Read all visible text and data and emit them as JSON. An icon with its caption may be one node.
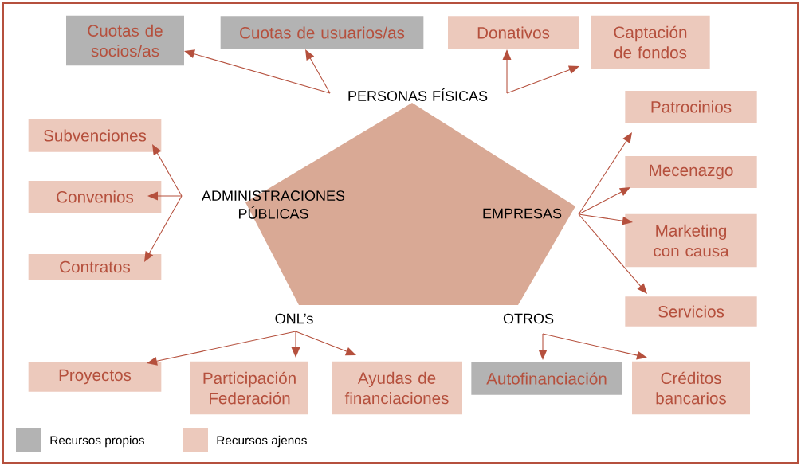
{
  "diagram": {
    "nodes": [
      {
        "text": [
          "PERSONAS FÍSICAS"
        ]
      },
      {
        "text": [
          "Cuotas de socios/as"
        ]
      },
      {
        "text": [
          "Cuotas de usuarios/as"
        ]
      },
      {
        "text": [
          "Donativos"
        ]
      },
      {
        "text": [
          "Captación de fondos"
        ]
      },
      {
        "text": [
          "ADMINISTRACIONES PÚBLICAS"
        ]
      },
      {
        "text": [
          "Subvenciones"
        ]
      },
      {
        "text": [
          "Convenios"
        ]
      },
      {
        "text": [
          "Contratos"
        ]
      },
      {
        "text": [
          "EMPRESAS"
        ]
      },
      {
        "text": [
          "Patrocinios"
        ]
      },
      {
        "text": [
          "Mecenazgo"
        ]
      },
      {
        "text": [
          "Marketing con causa"
        ]
      },
      {
        "text": [
          "Servicios"
        ]
      },
      {
        "text": [
          "ONL’s"
        ]
      },
      {
        "text": [
          "Proyectos"
        ]
      },
      {
        "text": [
          "Participación Federación"
        ]
      },
      {
        "text": [
          "Ayudas de financiaciones"
        ]
      },
      {
        "text": [
          "OTROS"
        ]
      },
      {
        "text": [
          "Autofinanciación"
        ]
      },
      {
        "text": [
          "Créditos bancarios"
        ]
      }
    ],
    "edges": [
      {
        "from": 0,
        "to": 1,
        "arrow": "to"
      },
      {
        "from": 0,
        "to": 2,
        "arrow": "to"
      },
      {
        "from": 0,
        "to": 3,
        "arrow": "to"
      },
      {
        "from": 0,
        "to": 4,
        "arrow": "to"
      },
      {
        "from": 5,
        "to": 6,
        "arrow": "to"
      },
      {
        "from": 5,
        "to": 7,
        "arrow": "to"
      },
      {
        "from": 5,
        "to": 8,
        "arrow": "to"
      },
      {
        "from": 9,
        "to": 10,
        "arrow": "to"
      },
      {
        "from": 9,
        "to": 11,
        "arrow": "to"
      },
      {
        "from": 9,
        "to": 12,
        "arrow": "to"
      },
      {
        "from": 9,
        "to": 13,
        "arrow": "to"
      },
      {
        "from": 14,
        "to": 15,
        "arrow": "to"
      },
      {
        "from": 14,
        "to": 16,
        "arrow": "to"
      },
      {
        "from": 14,
        "to": 17,
        "arrow": "to"
      },
      {
        "from": 18,
        "to": 19,
        "arrow": "to"
      },
      {
        "from": 18,
        "to": 20,
        "arrow": "to"
      }
    ],
    "legend": [
      {
        "text": "Recursos propios",
        "color": "#b3b3b3"
      },
      {
        "text": "Recursos ajenos",
        "color": "#ecc9bc"
      }
    ]
  }
}
